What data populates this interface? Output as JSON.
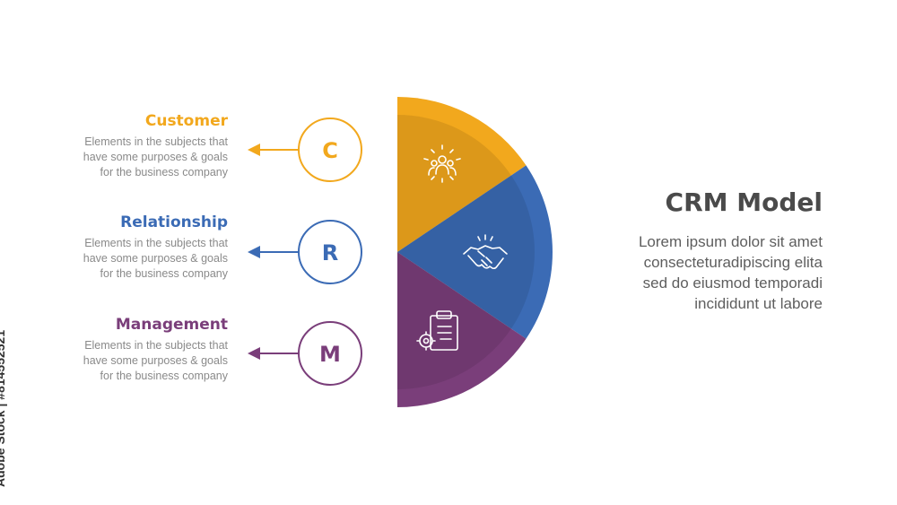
{
  "items": [
    {
      "letter": "C",
      "title": "Customer",
      "description": "Elements in the subjects that\nhave  some purposes & goals\nfor the  business company",
      "color": "#f2a81d",
      "icon": "team-icon"
    },
    {
      "letter": "R",
      "title": "Relationship",
      "description": "Elements in the subjects that\nhave  some purposes & goals\nfor the  business company",
      "color": "#3b6bb5",
      "icon": "handshake-icon"
    },
    {
      "letter": "M",
      "title": "Management",
      "description": "Elements in the subjects that\nhave  some purposes & goals\nfor the  business company",
      "color": "#7a3e7a",
      "icon": "clipboard-gear-icon"
    }
  ],
  "side": {
    "heading": "CRM Model",
    "body": "Lorem ipsum dolor sit amet\nconsecteturadipiscing elita\nsed do eiusmod temporadi\nincididunt ut labore"
  },
  "watermark": "Adobe Stock | #814552521"
}
